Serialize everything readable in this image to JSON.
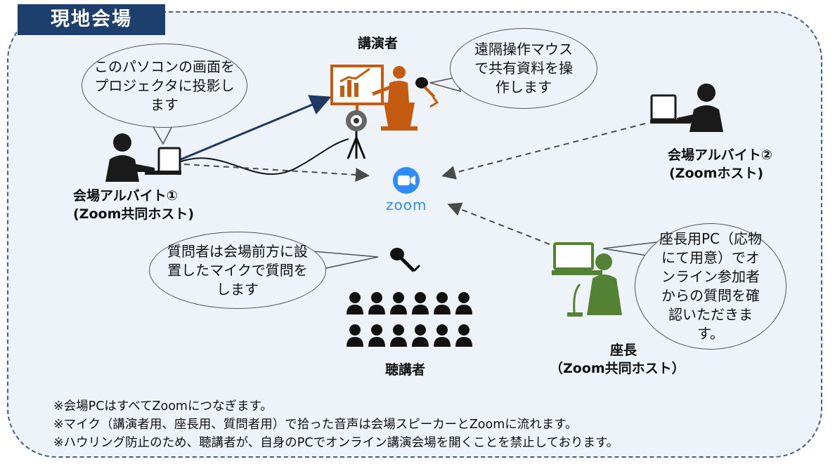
{
  "header": {
    "title": "現地会場"
  },
  "bubbles": {
    "projector": "このパソコンの画面をプロジェクタに投影します",
    "remote_mouse": "遠隔操作マウスで共有資料を操作します",
    "question": "質問者は会場前方に設置したマイクで質問をします",
    "chair_pc": "座長用PC（応物にて用意）でオンライン参加者からの質問を確認いただきます。"
  },
  "labels": {
    "speaker": "講演者",
    "staff1_line1": "会場アルバイト①",
    "staff1_line2": "(Zoom共同ホスト)",
    "staff2_line1": "会場アルバイト②",
    "staff2_line2": "(Zoomホスト)",
    "chair_line1": "座長",
    "chair_line2": "（Zoom共同ホスト）",
    "audience": "聴講者",
    "zoom": "zoom"
  },
  "notes": [
    "※会場PCはすべてZoomにつなぎます。",
    "※マイク（講演者用、座長用、質問者用）で拾った音声は会場スピーカーとZoomに流れます。",
    "※ハウリング防止のため、聴講者が、自身のPCでオンライン講演会場を開くことを禁止しております。"
  ],
  "icons": [
    "presenter-icon",
    "microphone-icon",
    "webcam-icon",
    "laptop-user-icon",
    "zoom-logo-icon",
    "audience-icon",
    "chair-person-icon"
  ],
  "colors": {
    "title_bg": "#1d3f6e",
    "box_bg": "#eef3f9",
    "speaker_orange": "#c55a11",
    "chair_green": "#548235",
    "zoom_blue": "#2d8cff",
    "arrow_navy": "#1f3864"
  }
}
